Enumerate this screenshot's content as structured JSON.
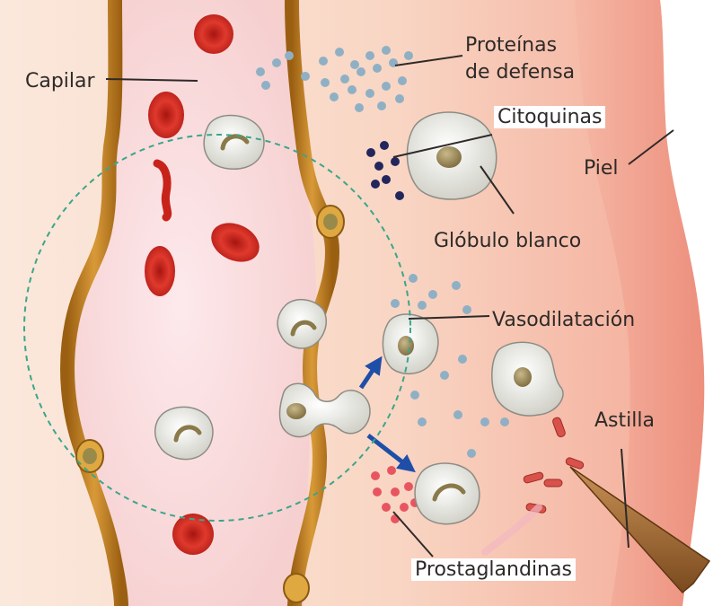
{
  "labels": {
    "capilar": "Capilar",
    "proteinas_line1": "Proteínas",
    "proteinas_line2": "de defensa",
    "citoquinas": "Citoquinas",
    "piel": "Piel",
    "globulo_blanco": "Glóbulo blanco",
    "vasodilatacion": "Vasodilatación",
    "astilla": "Astilla",
    "prostaglandinas": "Prostaglandinas"
  },
  "colors": {
    "vessel_wall": "#c98a2a",
    "red_blood_cell": "#d42a22",
    "tissue": "#f6c1a8",
    "skin": "#f08f7e",
    "defense_protein": "#8fb0c4",
    "cytokine": "#22265c",
    "prostaglandin": "#e85560",
    "arrow": "#1f4ea8",
    "circle": "#3aa68a"
  }
}
